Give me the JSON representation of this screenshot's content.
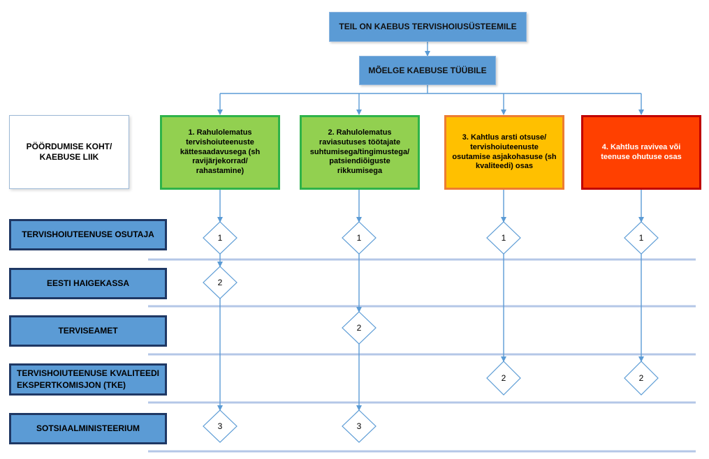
{
  "title": "TEIL ON KAEBUS TERVISHOIUSÜSTEEMILE",
  "subtitle": "MÕELGE KAEBUSE TÜÜBILE",
  "legend_label": "PÖÖRDUMISE KOHT/ KAEBUSE LIIK",
  "categories": [
    {
      "label": "1. Rahulolematus tervishoiuteenuste kättesaadavusega (sh ravijärjekorrad/ rahastamine)",
      "fill": "#92d050",
      "border": "#2fb34a"
    },
    {
      "label": "2. Rahulolematus raviasutuses töötajate suhtumisega/tingimustega/ patsiendiõiguste rikkumisega",
      "fill": "#92d050",
      "border": "#2fb34a"
    },
    {
      "label": "3. Kahtlus arsti otsuse/ tervishoiuteenuste osutamise asjakohasuse (sh kvaliteedi) osas",
      "fill": "#ffc000",
      "border": "#ed7d31"
    },
    {
      "label": "4. Kahtlus ravivea või teenuse ohutuse osas",
      "fill": "#ff4000",
      "border": "#c00000"
    }
  ],
  "lanes": [
    {
      "label": "TERVISHOIUTEENUSE OSUTAJA"
    },
    {
      "label": "EESTI HAIGEKASSA"
    },
    {
      "label": "TERVISEAMET"
    },
    {
      "label_line1": "TERVISHOIUTEENUSE KVALITEEDI",
      "label_line2": "EKSPERTKOMISJON (TKE)"
    },
    {
      "label": "SOTSIAALMINISTEERIUM"
    }
  ],
  "steps": [
    {
      "category": 1,
      "lane": 1,
      "number": "1"
    },
    {
      "category": 1,
      "lane": 2,
      "number": "2"
    },
    {
      "category": 1,
      "lane": 5,
      "number": "3"
    },
    {
      "category": 2,
      "lane": 1,
      "number": "1"
    },
    {
      "category": 2,
      "lane": 3,
      "number": "2"
    },
    {
      "category": 2,
      "lane": 5,
      "number": "3"
    },
    {
      "category": 3,
      "lane": 1,
      "number": "1"
    },
    {
      "category": 3,
      "lane": 4,
      "number": "2"
    },
    {
      "category": 4,
      "lane": 1,
      "number": "1"
    },
    {
      "category": 4,
      "lane": 4,
      "number": "2"
    }
  ],
  "colors": {
    "header": "#5b9bd5",
    "lane_border": "#1f3864",
    "connector": "#5b9bd5",
    "separator": "#b4c7e7"
  }
}
